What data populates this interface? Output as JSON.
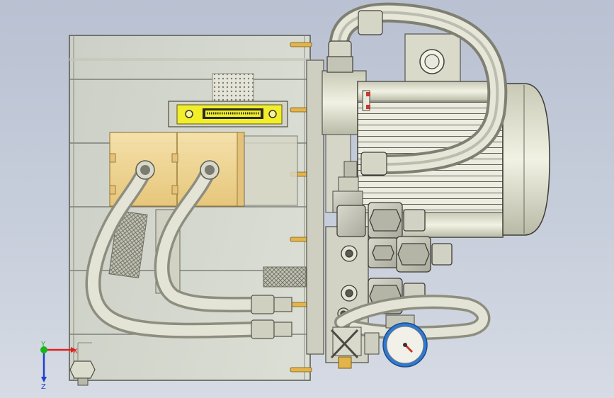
{
  "viewport": {
    "background_top": "#b9c1d2",
    "background_bottom": "#d6dbe4"
  },
  "model": {
    "colors": {
      "tank_glass": "#d9dccd",
      "tank_edge": "#6d6f66",
      "pump_body": "#f3d694",
      "motor_body": "#dcdcc9",
      "hose": "#c9c9b8",
      "brass": "#e2b44a",
      "label_plate": "#f2ee2a",
      "gauge_ring": "#2f7ad3",
      "gauge_needle": "#c53a2a"
    }
  },
  "triad": {
    "x_label": "X",
    "y_label": "Y",
    "z_label": "Z",
    "x_color": "#e02020",
    "y_color": "#18b818",
    "z_color": "#2040d0"
  }
}
